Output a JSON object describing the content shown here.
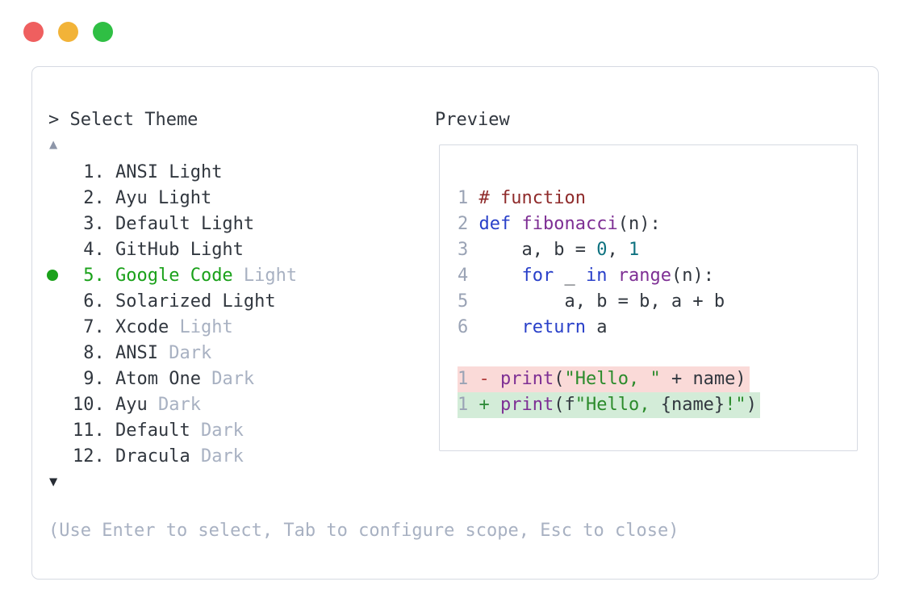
{
  "window": {
    "controls": [
      {
        "name": "close",
        "color_key": "tl-red"
      },
      {
        "name": "minimize",
        "color_key": "tl-yellow"
      },
      {
        "name": "zoom",
        "color_key": "tl-green"
      }
    ]
  },
  "picker": {
    "title": "> Select Theme",
    "scroll_up_icon": "▲",
    "scroll_down_icon": "▼",
    "hint": "(Use Enter to select, Tab to configure scope, Esc to close)",
    "items": [
      {
        "num": 1,
        "name": "ANSI Light",
        "suffix": "",
        "selected": false
      },
      {
        "num": 2,
        "name": "Ayu Light",
        "suffix": "",
        "selected": false
      },
      {
        "num": 3,
        "name": "Default Light",
        "suffix": "",
        "selected": false
      },
      {
        "num": 4,
        "name": "GitHub Light",
        "suffix": "",
        "selected": false
      },
      {
        "num": 5,
        "name": "Google Code",
        "suffix": "Light",
        "selected": true
      },
      {
        "num": 6,
        "name": "Solarized Light",
        "suffix": "",
        "selected": false
      },
      {
        "num": 7,
        "name": "Xcode",
        "suffix": "Light",
        "selected": false
      },
      {
        "num": 8,
        "name": "ANSI",
        "suffix": "Dark",
        "selected": false
      },
      {
        "num": 9,
        "name": "Atom One",
        "suffix": "Dark",
        "selected": false
      },
      {
        "num": 10,
        "name": "Ayu",
        "suffix": "Dark",
        "selected": false
      },
      {
        "num": 11,
        "name": "Default",
        "suffix": "Dark",
        "selected": false
      },
      {
        "num": 12,
        "name": "Dracula",
        "suffix": "Dark",
        "selected": false
      }
    ]
  },
  "preview": {
    "label": "Preview",
    "code_lines": [
      {
        "num": "1",
        "bg": null,
        "segs": [
          [
            "comment",
            "# function"
          ]
        ]
      },
      {
        "num": "2",
        "bg": null,
        "segs": [
          [
            "keyword",
            "def"
          ],
          [
            "plain",
            " "
          ],
          [
            "title",
            "fibonacci"
          ],
          [
            "plain",
            "(n):"
          ]
        ]
      },
      {
        "num": "3",
        "bg": null,
        "segs": [
          [
            "plain",
            "    a, b = "
          ],
          [
            "literal",
            "0"
          ],
          [
            "plain",
            ", "
          ],
          [
            "literal",
            "1"
          ]
        ]
      },
      {
        "num": "4",
        "bg": null,
        "segs": [
          [
            "plain",
            "    "
          ],
          [
            "keyword",
            "for"
          ],
          [
            "plain",
            " _ "
          ],
          [
            "keyword",
            "in"
          ],
          [
            "plain",
            " "
          ],
          [
            "title",
            "range"
          ],
          [
            "plain",
            "(n):"
          ]
        ]
      },
      {
        "num": "5",
        "bg": null,
        "segs": [
          [
            "plain",
            "        a, b = b, a + b"
          ]
        ]
      },
      {
        "num": "6",
        "bg": null,
        "segs": [
          [
            "plain",
            "    "
          ],
          [
            "keyword",
            "return"
          ],
          [
            "plain",
            " a"
          ]
        ]
      },
      {
        "num": "",
        "bg": null,
        "segs": []
      },
      {
        "num": "1",
        "bg": "removed",
        "segs": [
          [
            "del",
            "- "
          ],
          [
            "title",
            "print"
          ],
          [
            "plain",
            "("
          ],
          [
            "string",
            "\"Hello, \""
          ],
          [
            "plain",
            " + name)"
          ]
        ]
      },
      {
        "num": "1",
        "bg": "added",
        "segs": [
          [
            "ins",
            "+ "
          ],
          [
            "title",
            "print"
          ],
          [
            "plain",
            "(f"
          ],
          [
            "string",
            "\"Hello, "
          ],
          [
            "plain",
            "{name}"
          ],
          [
            "string",
            "!\""
          ],
          [
            "plain",
            ")"
          ]
        ]
      }
    ]
  },
  "colors": {
    "tl-red": "#ef5f5f",
    "tl-yellow": "#f2b338",
    "tl-green": "#2fbf44",
    "border": "#d6dae2",
    "text": "#31373f",
    "muted": "#a8b1c2",
    "linenum": "#9aa3b5",
    "up-arrow": "#8d96a9",
    "down-arrow": "#272c34",
    "select-green": "#1aa11a",
    "comment": "#8f2b2b",
    "keyword": "#2940c9",
    "title": "#7e2f94",
    "literal": "#0e7280",
    "string": "#2b8b2b",
    "del": "#b23c3c",
    "ins": "#2f8b3a",
    "removed-bg": "#fadad8",
    "added-bg": "#d3ecd8"
  }
}
